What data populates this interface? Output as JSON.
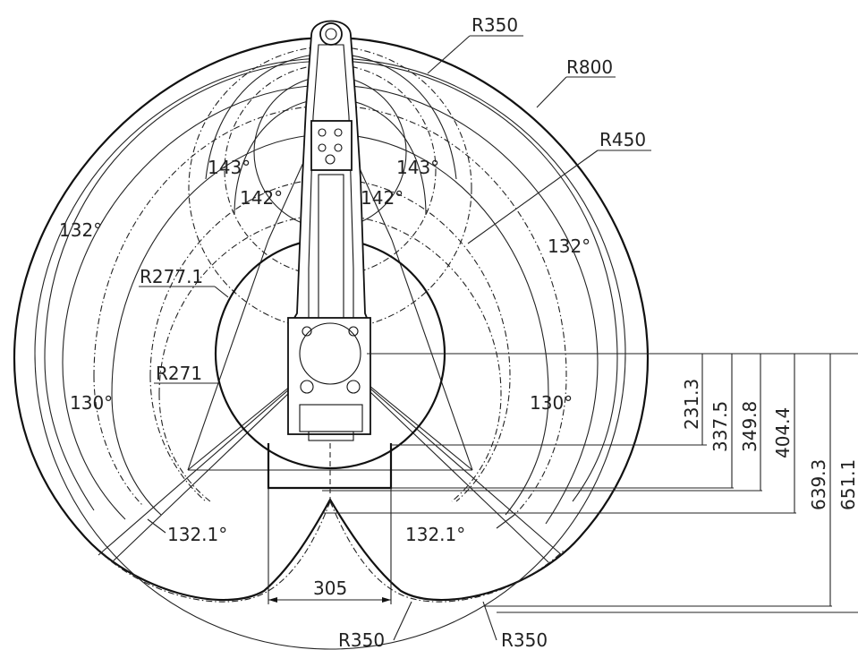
{
  "radii": {
    "r350_top": "R350",
    "r800": "R800",
    "r450": "R450",
    "r277": "R277.1",
    "r271": "R271",
    "r350_bottom_left": "R350",
    "r350_bottom_right": "R350"
  },
  "angles": {
    "a143_left": "143°",
    "a143_right": "143°",
    "a142_left": "142°",
    "a142_right": "142°",
    "a132_left": "132°",
    "a132_right": "132°",
    "a130_left": "130°",
    "a130_right": "130°",
    "a1321_left": "132.1°",
    "a1321_right": "132.1°"
  },
  "dimensions": {
    "d305": "305",
    "d2313": "231.3",
    "d3375": "337.5",
    "d3498": "349.8",
    "d4044": "404.4",
    "d6393": "639.3",
    "d6511": "651.1"
  }
}
